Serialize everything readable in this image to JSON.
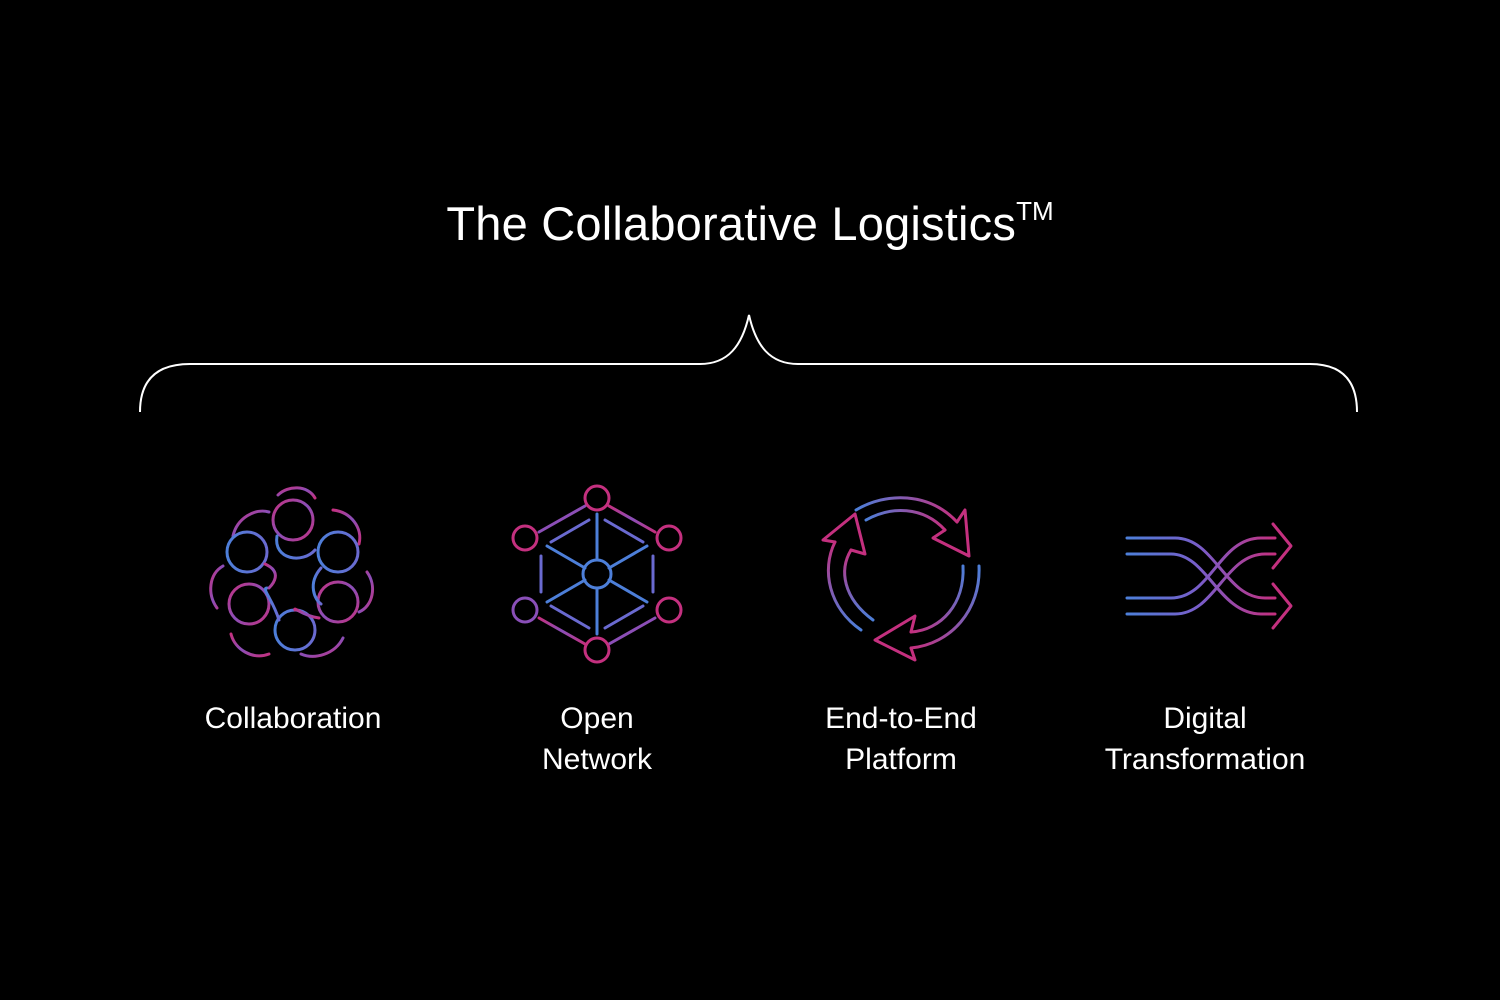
{
  "title": {
    "text": "The Collaborative Logistics",
    "mark": "TM"
  },
  "colors": {
    "background": "#000000",
    "text": "#ffffff",
    "gradient_blue": "#4d7fd9",
    "gradient_purple": "#8a4fb8",
    "gradient_magenta": "#c4307f"
  },
  "pillars": [
    {
      "icon": "interlocking-loops-icon",
      "lines": [
        "Collaboration"
      ]
    },
    {
      "icon": "network-hexagon-icon",
      "lines": [
        "Open",
        "Network"
      ]
    },
    {
      "icon": "cycle-arrows-icon",
      "lines": [
        "End-to-End",
        "Platform"
      ]
    },
    {
      "icon": "crossing-arrows-icon",
      "lines": [
        "Digital",
        "Transformation"
      ]
    }
  ]
}
